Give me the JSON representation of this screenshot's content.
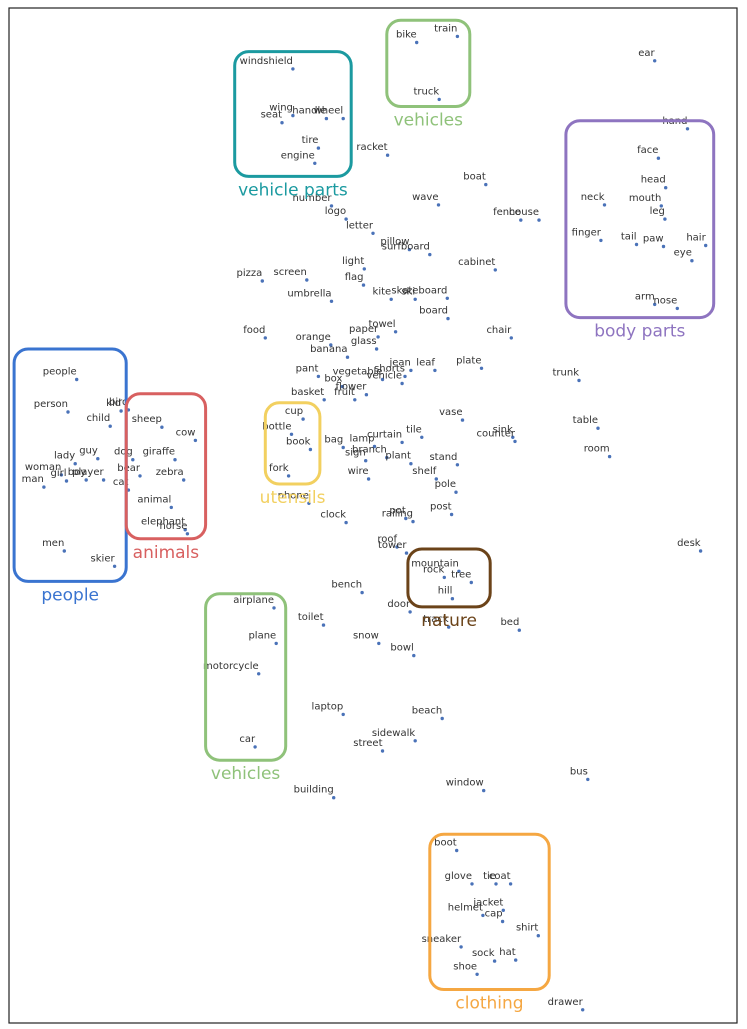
{
  "chart_data": {
    "type": "scatter",
    "title": "",
    "xlabel": "",
    "ylabel": "",
    "grid": false,
    "xlim": [
      0,
      1
    ],
    "ylim": [
      0,
      1
    ],
    "points": [
      {
        "word": "bike",
        "x": 0.56,
        "y": 0.966
      },
      {
        "word": "train",
        "x": 0.616,
        "y": 0.972
      },
      {
        "word": "truck",
        "x": 0.591,
        "y": 0.91
      },
      {
        "word": "ear",
        "x": 0.887,
        "y": 0.948
      },
      {
        "word": "windshield",
        "x": 0.39,
        "y": 0.94
      },
      {
        "word": "wing",
        "x": 0.39,
        "y": 0.894
      },
      {
        "word": "handle",
        "x": 0.436,
        "y": 0.891
      },
      {
        "word": "wheel",
        "x": 0.459,
        "y": 0.891
      },
      {
        "word": "seat",
        "x": 0.375,
        "y": 0.887
      },
      {
        "word": "tire",
        "x": 0.425,
        "y": 0.862
      },
      {
        "word": "engine",
        "x": 0.42,
        "y": 0.847
      },
      {
        "word": "racket",
        "x": 0.52,
        "y": 0.855
      },
      {
        "word": "hand",
        "x": 0.932,
        "y": 0.881
      },
      {
        "word": "face",
        "x": 0.892,
        "y": 0.852
      },
      {
        "word": "head",
        "x": 0.902,
        "y": 0.823
      },
      {
        "word": "neck",
        "x": 0.818,
        "y": 0.806
      },
      {
        "word": "mouth",
        "x": 0.896,
        "y": 0.805
      },
      {
        "word": "leg",
        "x": 0.901,
        "y": 0.792
      },
      {
        "word": "finger",
        "x": 0.813,
        "y": 0.771
      },
      {
        "word": "tail",
        "x": 0.862,
        "y": 0.767
      },
      {
        "word": "paw",
        "x": 0.899,
        "y": 0.765
      },
      {
        "word": "hair",
        "x": 0.957,
        "y": 0.766
      },
      {
        "word": "eye",
        "x": 0.938,
        "y": 0.751
      },
      {
        "word": "arm",
        "x": 0.887,
        "y": 0.708
      },
      {
        "word": "nose",
        "x": 0.918,
        "y": 0.704
      },
      {
        "word": "boat",
        "x": 0.655,
        "y": 0.826
      },
      {
        "word": "wave",
        "x": 0.59,
        "y": 0.806
      },
      {
        "word": "number",
        "x": 0.443,
        "y": 0.805
      },
      {
        "word": "logo",
        "x": 0.463,
        "y": 0.792
      },
      {
        "word": "fence",
        "x": 0.703,
        "y": 0.791
      },
      {
        "word": "house",
        "x": 0.728,
        "y": 0.791
      },
      {
        "word": "letter",
        "x": 0.5,
        "y": 0.778
      },
      {
        "word": "pillow",
        "x": 0.55,
        "y": 0.762
      },
      {
        "word": "surfboard",
        "x": 0.578,
        "y": 0.757
      },
      {
        "word": "cabinet",
        "x": 0.668,
        "y": 0.742
      },
      {
        "word": "light",
        "x": 0.488,
        "y": 0.743
      },
      {
        "word": "pizza",
        "x": 0.348,
        "y": 0.731
      },
      {
        "word": "screen",
        "x": 0.409,
        "y": 0.732
      },
      {
        "word": "flag",
        "x": 0.487,
        "y": 0.727
      },
      {
        "word": "kite",
        "x": 0.525,
        "y": 0.713
      },
      {
        "word": "ski",
        "x": 0.558,
        "y": 0.713
      },
      {
        "word": "skateboard",
        "x": 0.602,
        "y": 0.714
      },
      {
        "word": "umbrella",
        "x": 0.443,
        "y": 0.711
      },
      {
        "word": "board",
        "x": 0.603,
        "y": 0.694
      },
      {
        "word": "towel",
        "x": 0.531,
        "y": 0.681
      },
      {
        "word": "paper",
        "x": 0.507,
        "y": 0.676
      },
      {
        "word": "food",
        "x": 0.352,
        "y": 0.675
      },
      {
        "word": "orange",
        "x": 0.442,
        "y": 0.668
      },
      {
        "word": "glass",
        "x": 0.505,
        "y": 0.664
      },
      {
        "word": "banana",
        "x": 0.465,
        "y": 0.656
      },
      {
        "word": "chair",
        "x": 0.69,
        "y": 0.675
      },
      {
        "word": "plate",
        "x": 0.649,
        "y": 0.645
      },
      {
        "word": "jean",
        "x": 0.552,
        "y": 0.643
      },
      {
        "word": "leaf",
        "x": 0.585,
        "y": 0.643
      },
      {
        "word": "shorts",
        "x": 0.544,
        "y": 0.637
      },
      {
        "word": "pant",
        "x": 0.425,
        "y": 0.637
      },
      {
        "word": "vegetable",
        "x": 0.513,
        "y": 0.634
      },
      {
        "word": "vehicle",
        "x": 0.54,
        "y": 0.63
      },
      {
        "word": "box",
        "x": 0.458,
        "y": 0.627
      },
      {
        "word": "trunk",
        "x": 0.783,
        "y": 0.633
      },
      {
        "word": "flower",
        "x": 0.491,
        "y": 0.619
      },
      {
        "word": "basket",
        "x": 0.433,
        "y": 0.614
      },
      {
        "word": "fruit",
        "x": 0.475,
        "y": 0.614
      },
      {
        "word": "cup",
        "x": 0.404,
        "y": 0.595
      },
      {
        "word": "vase",
        "x": 0.623,
        "y": 0.594
      },
      {
        "word": "bottle",
        "x": 0.388,
        "y": 0.58
      },
      {
        "word": "table",
        "x": 0.809,
        "y": 0.586
      },
      {
        "word": "tile",
        "x": 0.567,
        "y": 0.577
      },
      {
        "word": "sink",
        "x": 0.692,
        "y": 0.577
      },
      {
        "word": "counter",
        "x": 0.695,
        "y": 0.573
      },
      {
        "word": "curtain",
        "x": 0.54,
        "y": 0.572
      },
      {
        "word": "lamp",
        "x": 0.502,
        "y": 0.568
      },
      {
        "word": "book",
        "x": 0.414,
        "y": 0.565
      },
      {
        "word": "bag",
        "x": 0.459,
        "y": 0.567
      },
      {
        "word": "room",
        "x": 0.825,
        "y": 0.558
      },
      {
        "word": "branch",
        "x": 0.519,
        "y": 0.557
      },
      {
        "word": "sign",
        "x": 0.49,
        "y": 0.554
      },
      {
        "word": "plant",
        "x": 0.552,
        "y": 0.551
      },
      {
        "word": "stand",
        "x": 0.616,
        "y": 0.55
      },
      {
        "word": "fork",
        "x": 0.384,
        "y": 0.539
      },
      {
        "word": "wire",
        "x": 0.494,
        "y": 0.536
      },
      {
        "word": "shelf",
        "x": 0.587,
        "y": 0.536
      },
      {
        "word": "pole",
        "x": 0.614,
        "y": 0.523
      },
      {
        "word": "phone",
        "x": 0.412,
        "y": 0.512
      },
      {
        "word": "post",
        "x": 0.608,
        "y": 0.501
      },
      {
        "word": "pot",
        "x": 0.545,
        "y": 0.497
      },
      {
        "word": "railing",
        "x": 0.555,
        "y": 0.494
      },
      {
        "word": "clock",
        "x": 0.463,
        "y": 0.493
      },
      {
        "word": "roof",
        "x": 0.533,
        "y": 0.469
      },
      {
        "word": "tower",
        "x": 0.546,
        "y": 0.463
      },
      {
        "word": "desk",
        "x": 0.95,
        "y": 0.465
      },
      {
        "word": "mountain",
        "x": 0.618,
        "y": 0.445
      },
      {
        "word": "rock",
        "x": 0.598,
        "y": 0.439
      },
      {
        "word": "tree",
        "x": 0.635,
        "y": 0.434
      },
      {
        "word": "hill",
        "x": 0.609,
        "y": 0.418
      },
      {
        "word": "bench",
        "x": 0.485,
        "y": 0.424
      },
      {
        "word": "door",
        "x": 0.551,
        "y": 0.405
      },
      {
        "word": "toilet",
        "x": 0.432,
        "y": 0.392
      },
      {
        "word": "track",
        "x": 0.604,
        "y": 0.39
      },
      {
        "word": "bed",
        "x": 0.701,
        "y": 0.387
      },
      {
        "word": "snow",
        "x": 0.508,
        "y": 0.374
      },
      {
        "word": "bowl",
        "x": 0.556,
        "y": 0.362
      },
      {
        "word": "laptop",
        "x": 0.459,
        "y": 0.304
      },
      {
        "word": "beach",
        "x": 0.595,
        "y": 0.3
      },
      {
        "word": "sidewalk",
        "x": 0.558,
        "y": 0.278
      },
      {
        "word": "street",
        "x": 0.513,
        "y": 0.268
      },
      {
        "word": "bus",
        "x": 0.795,
        "y": 0.24
      },
      {
        "word": "window",
        "x": 0.652,
        "y": 0.229
      },
      {
        "word": "building",
        "x": 0.446,
        "y": 0.222
      },
      {
        "word": "drawer",
        "x": 0.788,
        "y": 0.013
      },
      {
        "word": "people",
        "x": 0.093,
        "y": 0.634
      },
      {
        "word": "kid",
        "x": 0.154,
        "y": 0.603
      },
      {
        "word": "person",
        "x": 0.081,
        "y": 0.602
      },
      {
        "word": "child",
        "x": 0.139,
        "y": 0.588
      },
      {
        "word": "guy",
        "x": 0.122,
        "y": 0.556
      },
      {
        "word": "lady",
        "x": 0.091,
        "y": 0.551
      },
      {
        "word": "woman",
        "x": 0.072,
        "y": 0.54
      },
      {
        "word": "boy",
        "x": 0.106,
        "y": 0.535
      },
      {
        "word": "player",
        "x": 0.13,
        "y": 0.535
      },
      {
        "word": "girl",
        "x": 0.079,
        "y": 0.534
      },
      {
        "word": "man",
        "x": 0.048,
        "y": 0.528
      },
      {
        "word": "men",
        "x": 0.076,
        "y": 0.465
      },
      {
        "word": "skier",
        "x": 0.145,
        "y": 0.45
      },
      {
        "word": "bird",
        "x": 0.164,
        "y": 0.604
      },
      {
        "word": "sheep",
        "x": 0.21,
        "y": 0.587
      },
      {
        "word": "cow",
        "x": 0.256,
        "y": 0.574
      },
      {
        "word": "dog",
        "x": 0.17,
        "y": 0.555
      },
      {
        "word": "giraffe",
        "x": 0.228,
        "y": 0.555
      },
      {
        "word": "bear",
        "x": 0.18,
        "y": 0.539
      },
      {
        "word": "zebra",
        "x": 0.24,
        "y": 0.535
      },
      {
        "word": "cat",
        "x": 0.164,
        "y": 0.525
      },
      {
        "word": "animal",
        "x": 0.223,
        "y": 0.508
      },
      {
        "word": "elephant",
        "x": 0.242,
        "y": 0.486
      },
      {
        "word": "horse",
        "x": 0.245,
        "y": 0.482
      },
      {
        "word": "airplane",
        "x": 0.364,
        "y": 0.409
      },
      {
        "word": "plane",
        "x": 0.367,
        "y": 0.374
      },
      {
        "word": "motorcycle",
        "x": 0.343,
        "y": 0.344
      },
      {
        "word": "car",
        "x": 0.338,
        "y": 0.272
      },
      {
        "word": "boot",
        "x": 0.615,
        "y": 0.17
      },
      {
        "word": "glove",
        "x": 0.636,
        "y": 0.137
      },
      {
        "word": "tie",
        "x": 0.669,
        "y": 0.137
      },
      {
        "word": "coat",
        "x": 0.689,
        "y": 0.137
      },
      {
        "word": "jacket",
        "x": 0.679,
        "y": 0.111
      },
      {
        "word": "helmet",
        "x": 0.651,
        "y": 0.106
      },
      {
        "word": "cap",
        "x": 0.678,
        "y": 0.1
      },
      {
        "word": "shirt",
        "x": 0.727,
        "y": 0.086
      },
      {
        "word": "sneaker",
        "x": 0.621,
        "y": 0.075
      },
      {
        "word": "sock",
        "x": 0.667,
        "y": 0.061
      },
      {
        "word": "hat",
        "x": 0.696,
        "y": 0.062
      },
      {
        "word": "shoe",
        "x": 0.643,
        "y": 0.048
      }
    ],
    "clusters": [
      {
        "label": "vehicles",
        "color": "#8fc27a",
        "x0": 0.519,
        "x1": 0.633,
        "y0": 0.903,
        "y1": 0.988
      },
      {
        "label": "vehicle parts",
        "color": "#1b9aa0",
        "x0": 0.31,
        "x1": 0.47,
        "y0": 0.834,
        "y1": 0.957
      },
      {
        "label": "body parts",
        "color": "#8e74c0",
        "x0": 0.765,
        "x1": 0.968,
        "y0": 0.695,
        "y1": 0.889
      },
      {
        "label": "people",
        "color": "#3a74d0",
        "x0": 0.007,
        "x1": 0.161,
        "y0": 0.435,
        "y1": 0.664
      },
      {
        "label": "animals",
        "color": "#d86060",
        "x0": 0.161,
        "x1": 0.27,
        "y0": 0.477,
        "y1": 0.62
      },
      {
        "label": "utensils",
        "color": "#f2d060",
        "x0": 0.352,
        "x1": 0.427,
        "y0": 0.531,
        "y1": 0.611
      },
      {
        "label": "nature",
        "color": "#6b4319",
        "x0": 0.548,
        "x1": 0.661,
        "y0": 0.41,
        "y1": 0.467
      },
      {
        "label": "vehicles",
        "color": "#8fc27a",
        "x0": 0.27,
        "x1": 0.38,
        "y0": 0.259,
        "y1": 0.423
      },
      {
        "label": "clothing",
        "color": "#f5a742",
        "x0": 0.578,
        "x1": 0.742,
        "y0": 0.033,
        "y1": 0.186
      }
    ]
  }
}
